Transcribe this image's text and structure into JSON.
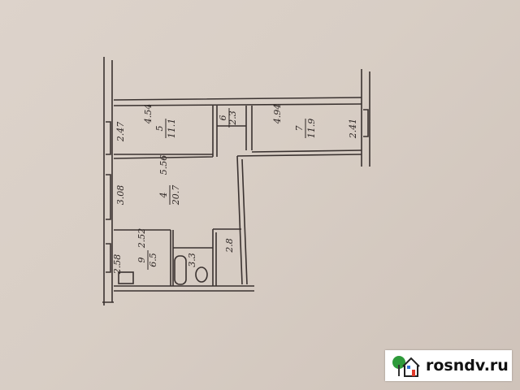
{
  "plan": {
    "rooms": [
      {
        "number": "5",
        "area": "11.1",
        "dims": [
          "2.47",
          "4.54"
        ]
      },
      {
        "number": "6",
        "area": "2.3"
      },
      {
        "number": "7",
        "area": "11.9",
        "dims": [
          "2.41",
          "4.94"
        ]
      },
      {
        "number": "4",
        "area": "20.7",
        "dims": [
          "3.08",
          "5.56"
        ]
      },
      {
        "number": "9",
        "area": "6.5",
        "dims": [
          "2.58",
          "2.52"
        ]
      },
      {
        "number": "",
        "area": "2.8"
      },
      {
        "number": "",
        "area": "3.3"
      }
    ]
  },
  "watermark": {
    "text": "rosndv.ru",
    "tree_color": "#2e9a3a",
    "house_roof_color": "#222222",
    "door_color": "#e03a2a",
    "window_color": "#2f6fd1"
  }
}
